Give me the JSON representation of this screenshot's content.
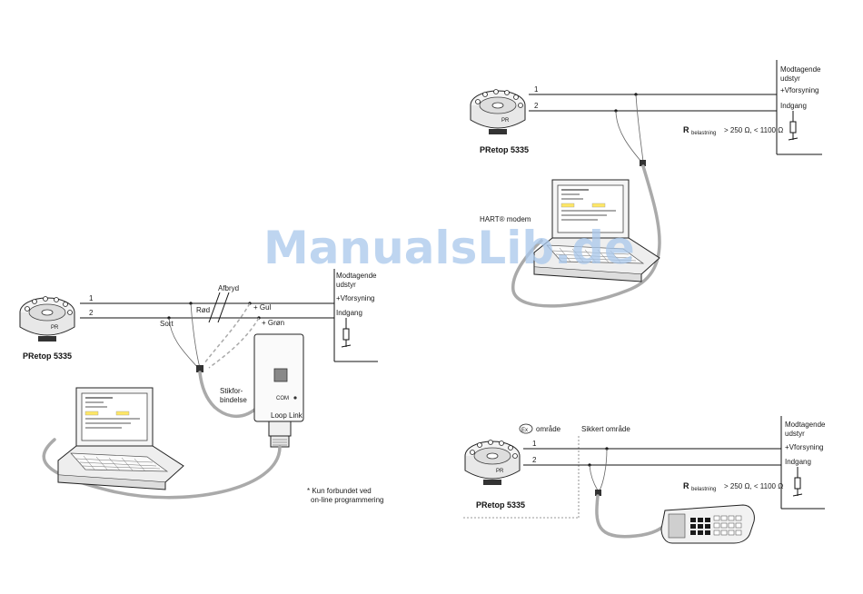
{
  "watermark": "ManualsLib.de",
  "left_diagram": {
    "wire_1": "1",
    "wire_2": "2",
    "device": "PRetop 5335",
    "disconnect": "Afbryd",
    "red": "Rød",
    "yellow": "+ Gul",
    "black": "Sort",
    "green": "+ Grøn",
    "plug_1": "Stikfor-",
    "plug_2": "bindelse",
    "com_port": "COM",
    "loop_link": "Loop Link",
    "receiver_1": "Modtagende",
    "receiver_2": "udstyr",
    "supply": "+Vforsyning",
    "input": "Indgang",
    "footnote_1": "* Kun forbundet ved",
    "footnote_2": "on-line programmering"
  },
  "top_right_diagram": {
    "wire_1": "1",
    "wire_2": "2",
    "device": "PRetop 5335",
    "modem": "HART® modem",
    "receiver_1": "Modtagende",
    "receiver_2": "udstyr",
    "supply": "+Vforsyning",
    "input": "Indgang",
    "load_symbol": "R",
    "load_sub": "belastning",
    "load_range": "> 250 Ω, < 1100 Ω"
  },
  "bottom_right_diagram": {
    "ex_symbol": "Ex",
    "ex_zone": "område",
    "safe_zone": "Sikkert område",
    "wire_1": "1",
    "wire_2": "2",
    "device": "PRetop 5335",
    "receiver_1": "Modtagende",
    "receiver_2": "udstyr",
    "supply": "+Vforsyning",
    "input": "Indgang",
    "load_symbol": "R",
    "load_sub": "belastning",
    "load_range": "> 250 Ω, < 1100 Ω"
  }
}
